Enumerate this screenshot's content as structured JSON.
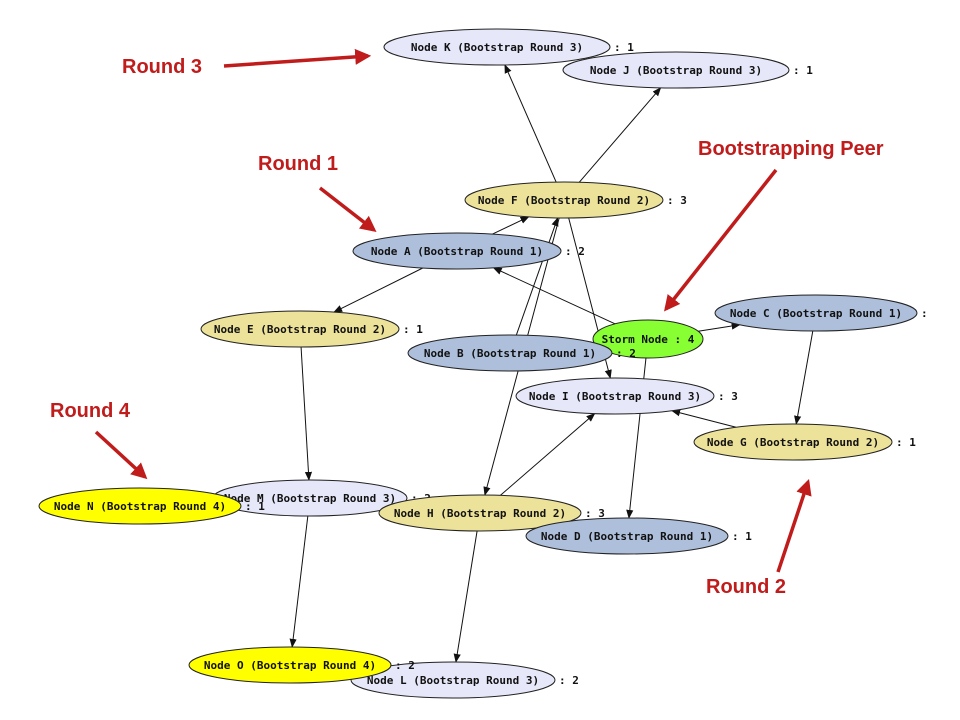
{
  "colors": {
    "round1": "#aebfdb",
    "round2": "#ede29a",
    "round3": "#e6e8fa",
    "round4": "#ffff00",
    "storm": "#88ff33",
    "edge": "#111111",
    "annotation": "#c01c1c"
  },
  "nodes": [
    {
      "id": "K",
      "label": "Node K (Bootstrap Round 3)",
      "suffix": ": 1",
      "fill": "round3"
    },
    {
      "id": "J",
      "label": "Node J (Bootstrap Round 3)",
      "suffix": ": 1",
      "fill": "round3"
    },
    {
      "id": "F",
      "label": "Node F (Bootstrap Round 2)",
      "suffix": ": 3",
      "fill": "round2"
    },
    {
      "id": "A",
      "label": "Node A (Bootstrap Round 1)",
      "suffix": ": 2",
      "fill": "round1"
    },
    {
      "id": "E",
      "label": "Node E (Bootstrap Round 2)",
      "suffix": ": 1",
      "fill": "round2"
    },
    {
      "id": "C",
      "label": "Node C (Bootstrap Round 1)",
      "suffix": ":",
      "fill": "round1"
    },
    {
      "id": "S",
      "label": "Storm Node : 4",
      "suffix": "",
      "fill": "storm"
    },
    {
      "id": "B",
      "label": "Node B (Bootstrap Round 1)",
      "suffix": ": 2",
      "fill": "round1"
    },
    {
      "id": "I",
      "label": "Node I (Bootstrap Round 3)",
      "suffix": ": 3",
      "fill": "round3"
    },
    {
      "id": "G",
      "label": "Node G (Bootstrap Round 2)",
      "suffix": ": 1",
      "fill": "round2"
    },
    {
      "id": "M",
      "label": "Node M (Bootstrap Round 3)",
      "suffix": ": 2",
      "fill": "round3"
    },
    {
      "id": "N",
      "label": "Node N (Bootstrap Round 4)",
      "suffix": ": 1",
      "fill": "round4"
    },
    {
      "id": "H",
      "label": "Node H (Bootstrap Round 2)",
      "suffix": ": 3",
      "fill": "round2"
    },
    {
      "id": "D",
      "label": "Node D (Bootstrap Round 1)",
      "suffix": ": 1",
      "fill": "round1"
    },
    {
      "id": "L",
      "label": "Node L (Bootstrap Round 3)",
      "suffix": ": 2",
      "fill": "round3"
    },
    {
      "id": "O",
      "label": "Node O (Bootstrap Round 4)",
      "suffix": ": 2",
      "fill": "round4"
    }
  ],
  "edges": [
    {
      "from": "S",
      "to": "A"
    },
    {
      "from": "S",
      "to": "C"
    },
    {
      "from": "S",
      "to": "D"
    },
    {
      "from": "S",
      "to": "B"
    },
    {
      "from": "A",
      "to": "F"
    },
    {
      "from": "A",
      "to": "E"
    },
    {
      "from": "C",
      "to": "G"
    },
    {
      "from": "B",
      "to": "F"
    },
    {
      "from": "D",
      "to": "H"
    },
    {
      "from": "F",
      "to": "K"
    },
    {
      "from": "F",
      "to": "J"
    },
    {
      "from": "F",
      "to": "I"
    },
    {
      "from": "F",
      "to": "H"
    },
    {
      "from": "G",
      "to": "I"
    },
    {
      "from": "E",
      "to": "M"
    },
    {
      "from": "H",
      "to": "I"
    },
    {
      "from": "H",
      "to": "L"
    },
    {
      "from": "M",
      "to": "N"
    },
    {
      "from": "M",
      "to": "H"
    },
    {
      "from": "M",
      "to": "O"
    },
    {
      "from": "L",
      "to": "O"
    }
  ],
  "annotations": [
    {
      "id": "round3",
      "text": "Round 3"
    },
    {
      "id": "round1",
      "text": "Round 1"
    },
    {
      "id": "bootstrapping",
      "text": "Bootstrapping Peer"
    },
    {
      "id": "round4",
      "text": "Round 4"
    },
    {
      "id": "round2",
      "text": "Round 2"
    }
  ]
}
